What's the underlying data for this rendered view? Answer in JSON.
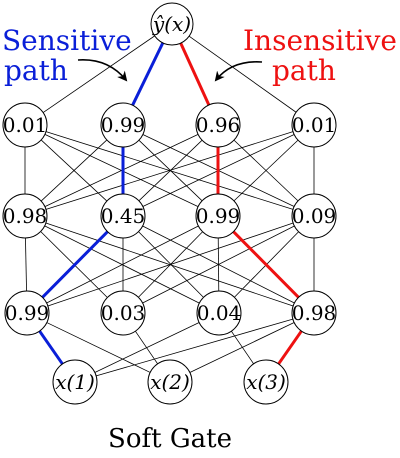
{
  "output_node": {
    "label": "ŷ(x)"
  },
  "layers": [
    [
      "0.01",
      "0.99",
      "0.96",
      "0.01"
    ],
    [
      "0.98",
      "0.45",
      "0.99",
      "0.09"
    ],
    [
      "0.99",
      "0.03",
      "0.04",
      "0.98"
    ]
  ],
  "inputs": [
    "x(1)",
    "x(2)",
    "x(3)"
  ],
  "labels": {
    "sensitive_line1": "Sensitive",
    "sensitive_line2": "path",
    "insensitive_line1": "Insensitive",
    "insensitive_line2": "path"
  },
  "caption": "Soft Gate",
  "colors": {
    "sensitive": "#0a1fd8",
    "insensitive": "#ee1111",
    "edge": "#000000"
  }
}
